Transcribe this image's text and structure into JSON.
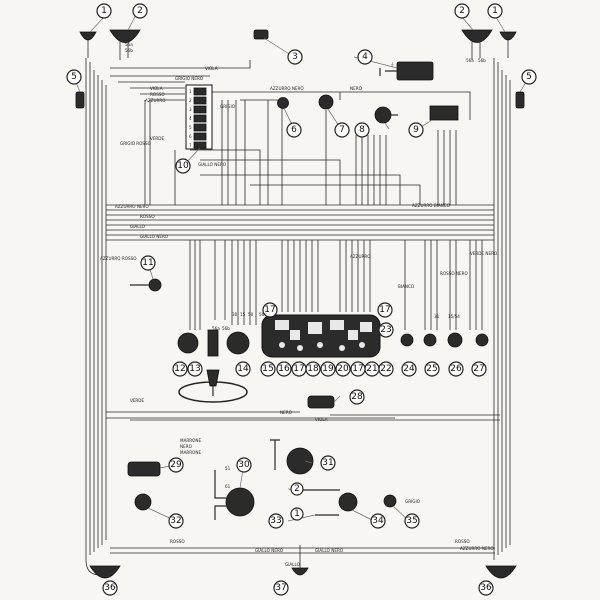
{
  "callouts": [
    "1",
    "2",
    "3",
    "4",
    "5",
    "6",
    "7",
    "8",
    "9",
    "10",
    "11",
    "12",
    "13",
    "14",
    "15",
    "16",
    "17",
    "18",
    "19",
    "20",
    "21",
    "22",
    "23",
    "24",
    "25",
    "26",
    "27",
    "28",
    "29",
    "30",
    "31",
    "32",
    "33",
    "34",
    "35",
    "36",
    "37"
  ],
  "wire_labels": {
    "viola": "VIOLA",
    "grigio_nero": "GRIGIO NERO",
    "viola2": "VIOLA",
    "rosso": "ROSSO",
    "azzurro": "AZZURRO",
    "azzurro_nero": "AZZURRO NERO",
    "verde": "VERDE",
    "grigio": "GRIGIO",
    "nero": "NERO",
    "giallo_nero": "GIALLO NERO",
    "giallo": "GIALLO",
    "marrone": "MARRONE",
    "azzurro_bianco": "AZZURRO BIANCO",
    "bianco": "BIANCO",
    "rosso_nero": "ROSSO NERO",
    "verde_nero": "VERDE NERO",
    "giallo_nero_gn": "GIALLO NERO",
    "grigio_rosso": "GRIGIO ROSSO",
    "azzurro_rosso": "AZZURRO ROSSO"
  },
  "terminal_labels": {
    "t56a": "56a",
    "t56b": "56b",
    "t30": "30",
    "t15": "15",
    "t50": "50",
    "t51": "51",
    "t61": "61",
    "t31": "31",
    "t15_54": "15/54",
    "t56": "56"
  },
  "fuse_numbers": [
    "1",
    "2",
    "3",
    "4",
    "5",
    "6",
    "7"
  ]
}
